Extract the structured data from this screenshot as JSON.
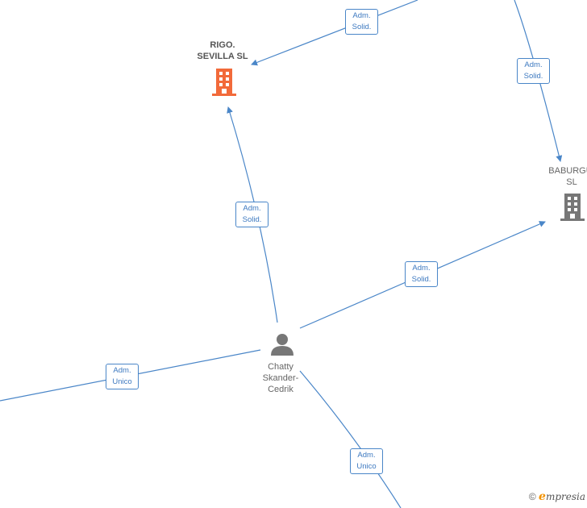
{
  "nodes": {
    "rigo": {
      "line1": "RIGO.",
      "line2": "SEVILLA  SL",
      "color": "#f26a3a"
    },
    "baburgu": {
      "line1": "BABURGUI",
      "line2": "SL",
      "color": "#777777"
    },
    "person": {
      "line1": "Chatty",
      "line2": "Skander-",
      "line3": "Cedrik",
      "color": "#777777"
    }
  },
  "relations": [
    {
      "l1": "Adm.",
      "l2": "Solid."
    },
    {
      "l1": "Adm.",
      "l2": "Solid."
    },
    {
      "l1": "Adm.",
      "l2": "Solid."
    },
    {
      "l1": "Adm.",
      "l2": "Solid."
    },
    {
      "l1": "Adm.",
      "l2": "Unico"
    },
    {
      "l1": "Adm.",
      "l2": "Unico"
    }
  ],
  "footer": {
    "copyright": "©",
    "brand_e": "e",
    "brand_rest": "mpresia"
  },
  "colors": {
    "edge": "#4a86c8",
    "accent": "#f39200"
  }
}
